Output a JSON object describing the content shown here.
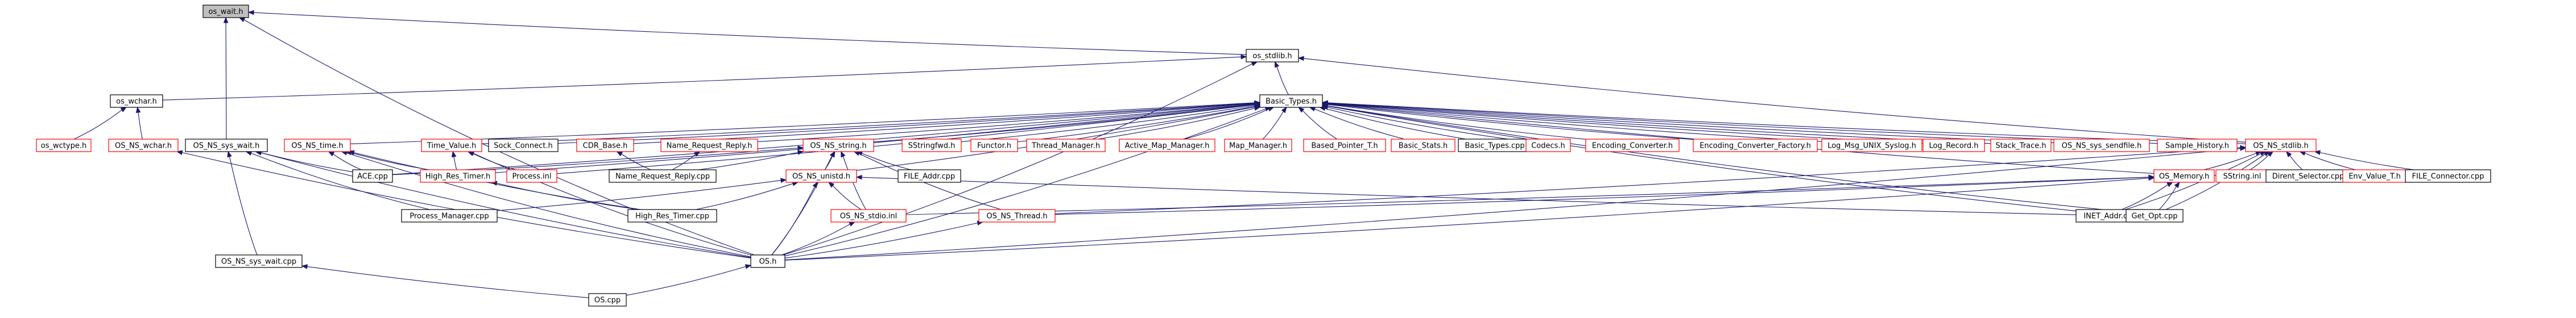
{
  "colors": {
    "edge": "#191970",
    "border_red": "#ff0000",
    "border_black": "#000000",
    "fill_root": "#bfbfbf",
    "fill_default": "#ffffff"
  },
  "graph": {
    "nodes": [
      {
        "id": "os_wait_h",
        "label": "os_wait.h",
        "style": "root"
      },
      {
        "id": "os_stdlib_h",
        "label": "os_stdlib.h",
        "style": "black"
      },
      {
        "id": "os_wchar_h",
        "label": "os_wchar.h",
        "style": "black"
      },
      {
        "id": "Basic_Types_h",
        "label": "Basic_Types.h",
        "style": "black"
      },
      {
        "id": "os_wctype_h",
        "label": "os_wctype.h",
        "style": "red"
      },
      {
        "id": "OS_NS_wchar_h",
        "label": "OS_NS_wchar.h",
        "style": "red"
      },
      {
        "id": "OS_NS_sys_wait_h",
        "label": "OS_NS_sys_wait.h",
        "style": "black"
      },
      {
        "id": "OS_NS_time_h",
        "label": "OS_NS_time.h",
        "style": "red"
      },
      {
        "id": "Time_Value_h",
        "label": "Time_Value.h",
        "style": "red"
      },
      {
        "id": "Sock_Connect_h",
        "label": "Sock_Connect.h",
        "style": "black"
      },
      {
        "id": "CDR_Base_h",
        "label": "CDR_Base.h",
        "style": "red"
      },
      {
        "id": "Name_Request_Reply_h",
        "label": "Name_Request_Reply.h",
        "style": "red"
      },
      {
        "id": "OS_NS_string_h",
        "label": "OS_NS_string.h",
        "style": "red"
      },
      {
        "id": "SStringfwd_h",
        "label": "SStringfwd.h",
        "style": "red"
      },
      {
        "id": "Functor_h",
        "label": "Functor.h",
        "style": "red"
      },
      {
        "id": "Thread_Manager_h",
        "label": "Thread_Manager.h",
        "style": "red"
      },
      {
        "id": "Active_Map_Manager_h",
        "label": "Active_Map_Manager.h",
        "style": "red"
      },
      {
        "id": "Map_Manager_h",
        "label": "Map_Manager.h",
        "style": "red"
      },
      {
        "id": "Based_Pointer_T_h",
        "label": "Based_Pointer_T.h",
        "style": "red"
      },
      {
        "id": "Basic_Stats_h",
        "label": "Basic_Stats.h",
        "style": "red"
      },
      {
        "id": "Basic_Types_cpp",
        "label": "Basic_Types.cpp",
        "style": "black"
      },
      {
        "id": "Codecs_h",
        "label": "Codecs.h",
        "style": "red"
      },
      {
        "id": "Encoding_Converter_h",
        "label": "Encoding_Converter.h",
        "style": "red"
      },
      {
        "id": "Encoding_Converter_Factory_h",
        "label": "Encoding_Converter_Factory.h",
        "style": "red"
      },
      {
        "id": "Log_Msg_UNIX_Syslog_h",
        "label": "Log_Msg_UNIX_Syslog.h",
        "style": "red"
      },
      {
        "id": "Log_Record_h",
        "label": "Log_Record.h",
        "style": "red"
      },
      {
        "id": "Stack_Trace_h",
        "label": "Stack_Trace.h",
        "style": "red"
      },
      {
        "id": "OS_NS_sys_sendfile_h",
        "label": "OS_NS_sys_sendfile.h",
        "style": "red"
      },
      {
        "id": "Sample_History_h",
        "label": "Sample_History.h",
        "style": "red"
      },
      {
        "id": "OS_NS_stdlib_h",
        "label": "OS_NS_stdlib.h",
        "style": "red"
      },
      {
        "id": "ACE_cpp",
        "label": "ACE.cpp",
        "style": "black"
      },
      {
        "id": "High_Res_Timer_h",
        "label": "High_Res_Timer.h",
        "style": "red"
      },
      {
        "id": "Process_inl",
        "label": "Process.inl",
        "style": "red"
      },
      {
        "id": "Name_Request_Reply_cpp",
        "label": "Name_Request_Reply.cpp",
        "style": "black"
      },
      {
        "id": "OS_NS_unistd_h",
        "label": "OS_NS_unistd.h",
        "style": "red"
      },
      {
        "id": "FILE_Addr_cpp",
        "label": "FILE_Addr.cpp",
        "style": "black"
      },
      {
        "id": "OS_Memory_h",
        "label": "OS_Memory.h",
        "style": "red"
      },
      {
        "id": "SString_inl",
        "label": "SString.inl",
        "style": "red"
      },
      {
        "id": "Dirent_Selector_cpp",
        "label": "Dirent_Selector.cpp",
        "style": "black"
      },
      {
        "id": "Env_Value_T_h",
        "label": "Env_Value_T.h",
        "style": "red"
      },
      {
        "id": "FILE_Connector_cpp",
        "label": "FILE_Connector.cpp",
        "style": "black"
      },
      {
        "id": "Process_Manager_cpp",
        "label": "Process_Manager.cpp",
        "style": "black"
      },
      {
        "id": "High_Res_Timer_cpp",
        "label": "High_Res_Timer.cpp",
        "style": "black"
      },
      {
        "id": "OS_NS_stdio_inl",
        "label": "OS_NS_stdio.inl",
        "style": "red"
      },
      {
        "id": "OS_NS_Thread_h",
        "label": "OS_NS_Thread.h",
        "style": "red"
      },
      {
        "id": "INET_Addr_cpp",
        "label": "INET_Addr.cpp",
        "style": "black"
      },
      {
        "id": "Get_Opt_cpp",
        "label": "Get_Opt.cpp",
        "style": "black"
      },
      {
        "id": "OS_NS_sys_wait_cpp",
        "label": "OS_NS_sys_wait.cpp",
        "style": "black"
      },
      {
        "id": "OS_h",
        "label": "OS.h",
        "style": "black"
      },
      {
        "id": "OS_cpp",
        "label": "OS.cpp",
        "style": "black"
      }
    ],
    "edges": [
      [
        "os_stdlib_h",
        "os_wait_h"
      ],
      [
        "os_wchar_h",
        "os_stdlib_h"
      ],
      [
        "Basic_Types_h",
        "os_stdlib_h"
      ],
      [
        "OS_NS_stdlib_h",
        "os_stdlib_h"
      ],
      [
        "OS_h",
        "os_stdlib_h"
      ],
      [
        "OS_NS_sys_wait_h",
        "os_wait_h"
      ],
      [
        "OS_h",
        "os_wait_h"
      ],
      [
        "os_wctype_h",
        "os_wchar_h"
      ],
      [
        "OS_NS_wchar_h",
        "os_wchar_h"
      ],
      [
        "OS_h",
        "OS_NS_wchar_h"
      ],
      [
        "OS_NS_time_h",
        "Basic_Types_h"
      ],
      [
        "Time_Value_h",
        "Basic_Types_h"
      ],
      [
        "Sock_Connect_h",
        "Basic_Types_h"
      ],
      [
        "CDR_Base_h",
        "Basic_Types_h"
      ],
      [
        "Name_Request_Reply_h",
        "Basic_Types_h"
      ],
      [
        "OS_NS_string_h",
        "Basic_Types_h"
      ],
      [
        "SStringfwd_h",
        "Basic_Types_h"
      ],
      [
        "Functor_h",
        "Basic_Types_h"
      ],
      [
        "Thread_Manager_h",
        "Basic_Types_h"
      ],
      [
        "Active_Map_Manager_h",
        "Basic_Types_h"
      ],
      [
        "Map_Manager_h",
        "Basic_Types_h"
      ],
      [
        "Based_Pointer_T_h",
        "Basic_Types_h"
      ],
      [
        "Basic_Stats_h",
        "Basic_Types_h"
      ],
      [
        "Basic_Types_cpp",
        "Basic_Types_h"
      ],
      [
        "Codecs_h",
        "Basic_Types_h"
      ],
      [
        "Encoding_Converter_h",
        "Basic_Types_h"
      ],
      [
        "Encoding_Converter_Factory_h",
        "Basic_Types_h"
      ],
      [
        "Log_Msg_UNIX_Syslog_h",
        "Basic_Types_h"
      ],
      [
        "Log_Record_h",
        "Basic_Types_h"
      ],
      [
        "Stack_Trace_h",
        "Basic_Types_h"
      ],
      [
        "OS_NS_sys_sendfile_h",
        "Basic_Types_h"
      ],
      [
        "Sample_History_h",
        "Basic_Types_h"
      ],
      [
        "OS_NS_stdlib_h",
        "Basic_Types_h"
      ],
      [
        "ACE_cpp",
        "Basic_Types_h"
      ],
      [
        "High_Res_Timer_h",
        "Basic_Types_h"
      ],
      [
        "Process_inl",
        "Basic_Types_h"
      ],
      [
        "OS_NS_unistd_h",
        "Basic_Types_h"
      ],
      [
        "OS_Memory_h",
        "Basic_Types_h"
      ],
      [
        "INET_Addr_cpp",
        "Basic_Types_h"
      ],
      [
        "Get_Opt_cpp",
        "Basic_Types_h"
      ],
      [
        "OS_h",
        "Basic_Types_h"
      ],
      [
        "OS_NS_sys_wait_cpp",
        "OS_NS_sys_wait_h"
      ],
      [
        "ACE_cpp",
        "OS_NS_sys_wait_h"
      ],
      [
        "Process_Manager_cpp",
        "OS_NS_sys_wait_h"
      ],
      [
        "OS_h",
        "OS_NS_sys_wait_h"
      ],
      [
        "ACE_cpp",
        "OS_NS_time_h"
      ],
      [
        "High_Res_Timer_h",
        "OS_NS_time_h"
      ],
      [
        "High_Res_Timer_cpp",
        "OS_NS_time_h"
      ],
      [
        "OS_h",
        "OS_NS_time_h"
      ],
      [
        "High_Res_Timer_h",
        "Time_Value_h"
      ],
      [
        "Process_inl",
        "Time_Value_h"
      ],
      [
        "OS_h",
        "Time_Value_h"
      ],
      [
        "Name_Request_Reply_cpp",
        "CDR_Base_h"
      ],
      [
        "Name_Request_Reply_cpp",
        "Name_Request_Reply_h"
      ],
      [
        "ACE_cpp",
        "OS_NS_string_h"
      ],
      [
        "Name_Request_Reply_cpp",
        "OS_NS_string_h"
      ],
      [
        "OS_NS_unistd_h",
        "OS_NS_string_h"
      ],
      [
        "FILE_Addr_cpp",
        "OS_NS_string_h"
      ],
      [
        "OS_NS_stdio_inl",
        "OS_NS_string_h"
      ],
      [
        "OS_NS_Thread_h",
        "OS_NS_string_h"
      ],
      [
        "OS_h",
        "OS_NS_string_h"
      ],
      [
        "OS_Memory_h",
        "OS_NS_stdlib_h"
      ],
      [
        "SString_inl",
        "OS_NS_stdlib_h"
      ],
      [
        "Dirent_Selector_cpp",
        "OS_NS_stdlib_h"
      ],
      [
        "Env_Value_T_h",
        "OS_NS_stdlib_h"
      ],
      [
        "FILE_Connector_cpp",
        "OS_NS_stdlib_h"
      ],
      [
        "INET_Addr_cpp",
        "OS_NS_stdlib_h"
      ],
      [
        "Get_Opt_cpp",
        "OS_NS_stdlib_h"
      ],
      [
        "OS_h",
        "OS_NS_stdlib_h"
      ],
      [
        "OS_NS_Thread_h",
        "OS_NS_stdlib_h"
      ],
      [
        "High_Res_Timer_cpp",
        "High_Res_Timer_h"
      ],
      [
        "Process_Manager_cpp",
        "OS_NS_unistd_h"
      ],
      [
        "High_Res_Timer_cpp",
        "OS_NS_unistd_h"
      ],
      [
        "OS_NS_stdio_inl",
        "OS_NS_unistd_h"
      ],
      [
        "OS_h",
        "OS_NS_unistd_h"
      ],
      [
        "INET_Addr_cpp",
        "OS_NS_unistd_h"
      ],
      [
        "OS_NS_stdio_inl",
        "OS_Memory_h"
      ],
      [
        "OS_NS_Thread_h",
        "OS_Memory_h"
      ],
      [
        "INET_Addr_cpp",
        "OS_Memory_h"
      ],
      [
        "Get_Opt_cpp",
        "OS_Memory_h"
      ],
      [
        "OS_h",
        "OS_Memory_h"
      ],
      [
        "OS_h",
        "OS_NS_Thread_h"
      ],
      [
        "OS_h",
        "OS_NS_stdio_inl"
      ],
      [
        "OS_cpp",
        "OS_h"
      ],
      [
        "OS_cpp",
        "OS_NS_sys_wait_cpp"
      ]
    ]
  }
}
